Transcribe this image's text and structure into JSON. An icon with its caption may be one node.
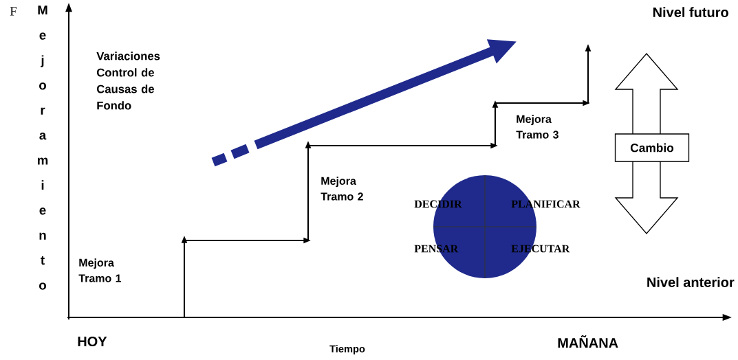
{
  "diagram": {
    "nodes": [
      {
        "text": [
          "DECIDIR",
          "PLANIFICAR",
          "PENSAR",
          "EJECUTAR"
        ]
      },
      {
        "text": [
          "Cambio"
        ]
      }
    ],
    "labels": [
      "F",
      "Mejoramiento",
      "Variaciones Control de Causas de Fondo",
      "Nivel futuro",
      "Mejora Tramo 3",
      "Mejora Tramo 2",
      "Mejora Tramo 1",
      "Nivel anterior",
      "HOY",
      "Tiempo",
      "MAÑANA"
    ]
  }
}
